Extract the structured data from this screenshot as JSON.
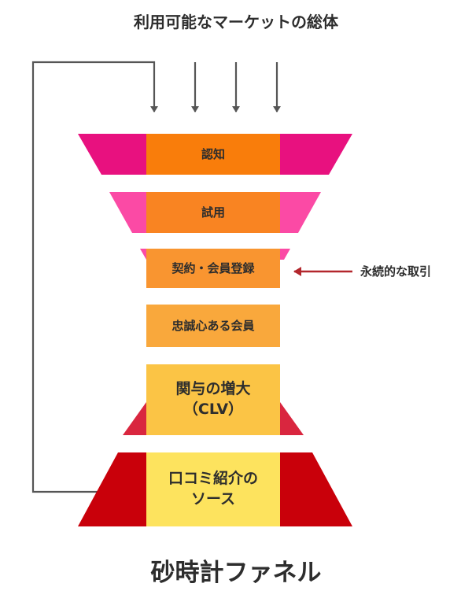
{
  "title": "利用可能なマーケットの総体",
  "caption": "砂時計ファネル",
  "side_note": "永続的な取引",
  "stages": [
    {
      "label": "認知"
    },
    {
      "label": "試用"
    },
    {
      "label": "契約・会員登録"
    },
    {
      "label": "忠誠心ある会員"
    },
    {
      "label_lines": [
        "関与の増大",
        "（CLV）"
      ]
    },
    {
      "label_lines": [
        "口コミ紹介の",
        "ソース"
      ]
    }
  ],
  "colors": {
    "pink_dark": "#e8117f",
    "pink_light": "#fb4aa5",
    "red_mid": "#d9263f",
    "red_dark": "#c9000a",
    "orange_dark": "#f97d0b",
    "orange_mid": "#f9a83c",
    "yellow_mid": "#fbc445",
    "yellow_light": "#fde35e",
    "arrow_gray": "#555555",
    "arrow_red": "#b3272d",
    "text": "#2d2d2d"
  }
}
